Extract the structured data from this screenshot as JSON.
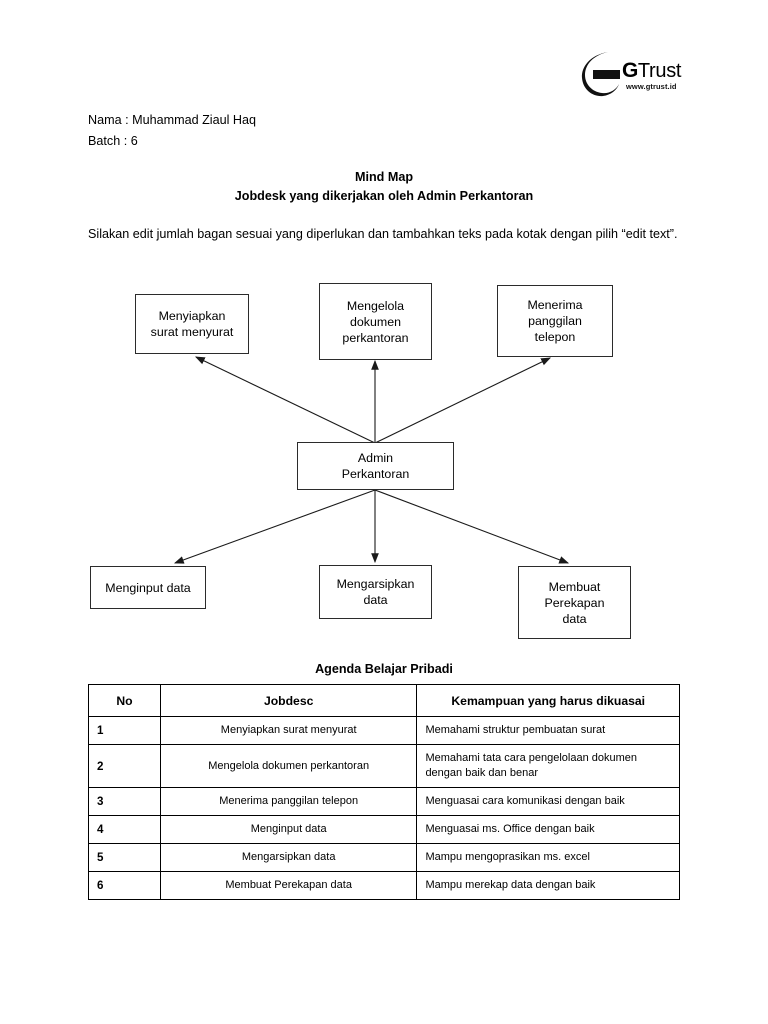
{
  "logo": {
    "mark": "crescent-g-mark",
    "name_bold": "G",
    "name_rest": "Trust",
    "url": "www.gtrust.id"
  },
  "header": {
    "name_line": "Nama : Muhammad Ziaul Haq",
    "batch_line": "Batch : 6"
  },
  "title": {
    "line1": "Mind Map",
    "line2": "Jobdesk yang dikerjakan oleh Admin Perkantoran"
  },
  "intro": {
    "text": "Silakan edit jumlah bagan sesuai yang diperlukan dan tambahkan teks pada kotak dengan pilih “edit text”."
  },
  "mindmap": {
    "center": {
      "line1": "Admin",
      "line2": "Perkantoran"
    },
    "nodes": [
      {
        "id": "menyiapkan-surat",
        "line1": "Menyiapkan",
        "line2": "surat menyurat",
        "line3": ""
      },
      {
        "id": "mengelola-dokumen",
        "line1": "Mengelola",
        "line2": "dokumen",
        "line3": "perkantoran"
      },
      {
        "id": "menerima-telepon",
        "line1": "Menerima",
        "line2": "panggilan",
        "line3": "telepon"
      },
      {
        "id": "menginput-data",
        "line1": "Menginput data",
        "line2": "",
        "line3": ""
      },
      {
        "id": "mengarsipkan-data",
        "line1": "Mengarsipkan",
        "line2": "data",
        "line3": ""
      },
      {
        "id": "membuat-perekapan",
        "line1": "Membuat",
        "line2": "Perekapan",
        "line3": "data"
      }
    ]
  },
  "table": {
    "title": "Agenda Belajar Pribadi",
    "columns": [
      "No",
      "Jobdesc",
      "Kemampuan yang harus dikuasai"
    ],
    "rows": [
      {
        "no": "1",
        "jobdesc_line1": "Menyiapkan surat menyurat",
        "jobdesc_line2": "",
        "skill_line1": "Memahami struktur pembuatan surat",
        "skill_line2": ""
      },
      {
        "no": "2",
        "jobdesc_line1": "Mengelola dokumen perkantoran",
        "jobdesc_line2": "",
        "skill_line1": "Memahami tata cara pengelolaan dokumen",
        "skill_line2": "dengan baik dan benar"
      },
      {
        "no": "3",
        "jobdesc_line1": "Menerima panggilan telepon",
        "jobdesc_line2": "",
        "skill_line1": "Menguasai cara komunikasi dengan baik",
        "skill_line2": ""
      },
      {
        "no": "4",
        "jobdesc_line1": "Menginput data",
        "jobdesc_line2": "",
        "skill_line1": "Menguasai ms. Office dengan baik",
        "skill_line2": ""
      },
      {
        "no": "5",
        "jobdesc_line1": "Mengarsipkan data",
        "jobdesc_line2": "",
        "skill_line1": "Mampu mengoprasikan ms. excel",
        "skill_line2": ""
      },
      {
        "no": "6",
        "jobdesc_line1": "Membuat",
        "jobdesc_line2": "Perekapan data",
        "skill_line1": "Mampu merekap data dengan baik",
        "skill_line2": ""
      }
    ]
  },
  "colors": {
    "page_background": "#ffffff",
    "text": "#000000",
    "node_border": "#2b2b2b",
    "table_border": "#000000"
  }
}
